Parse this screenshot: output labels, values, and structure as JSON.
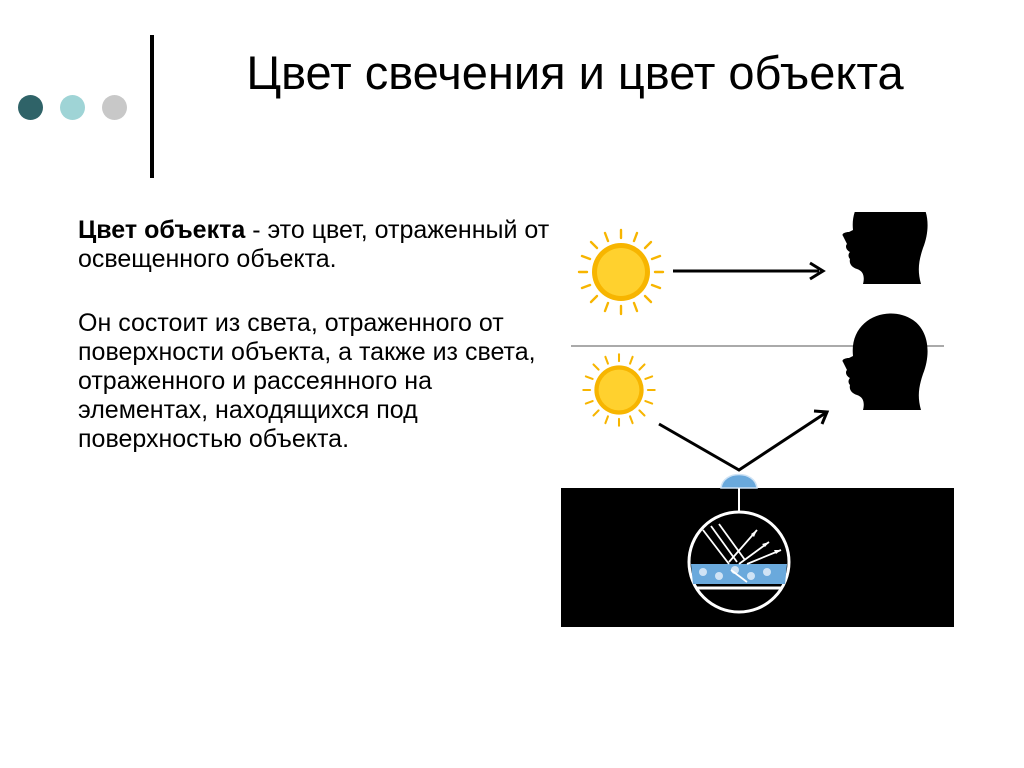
{
  "slide": {
    "title": "Цвет свечения и цвет объекта",
    "definition_term": "Цвет объекта",
    "definition_rest": " - это цвет, отраженный от освещенного объекта.",
    "explanation": "Он состоит из света, отраженного от поверхности объекта, а также из света, отраженного и рассеянного на элементах, находящихся под поверхностью объекта."
  },
  "colors": {
    "dot_1": "#2f6368",
    "dot_2": "#9fd4d6",
    "dot_3": "#c8c8c8",
    "sun": "#f7b500",
    "sun_core": "#ffd12e",
    "ground": "#000000",
    "subsurface": "#6aa9dc"
  },
  "icons": [
    "sun-icon",
    "head-silhouette-icon",
    "arrow-icon",
    "magnifier-icon"
  ]
}
